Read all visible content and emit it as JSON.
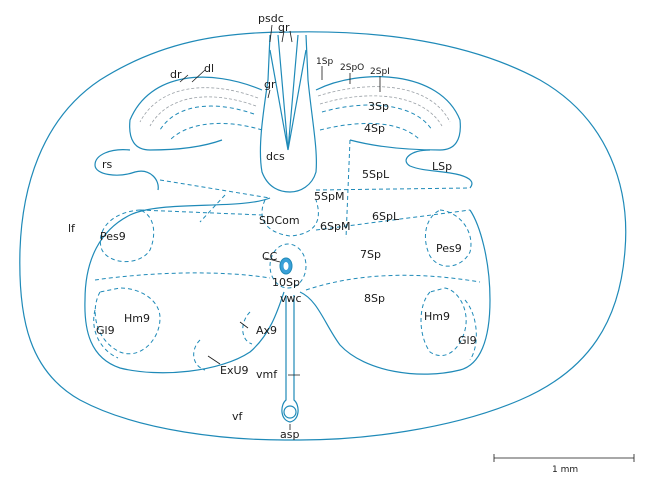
{
  "labels": {
    "psdc": "psdc",
    "gr_top": "gr",
    "gr_mid": "gr",
    "dr": "dr",
    "dl": "dl",
    "sp1": "1Sp",
    "sp2o": "2SpO",
    "sp2i": "2SpI",
    "sp3": "3Sp",
    "sp4": "4Sp",
    "rs": "rs",
    "dcs": "dcs",
    "sp5l": "5SpL",
    "lsp": "LSp",
    "sp5m": "5SpM",
    "lf": "lf",
    "sdcom": "SDCom",
    "sp6l": "6SpL",
    "sp6m": "6SpM",
    "pes9_left": "Pes9",
    "pes9_right": "Pes9",
    "cc": "CC",
    "sp7": "7Sp",
    "sp10": "10Sp",
    "vwc": "vwc",
    "sp8": "8Sp",
    "hm9_left": "Hm9",
    "hm9_right": "Hm9",
    "gl9_left": "Gl9",
    "gl9_right": "Gl9",
    "ax9": "Ax9",
    "exu9": "ExU9",
    "vmf": "vmf",
    "vf": "vf",
    "asp": "asp",
    "scale": "1 mm"
  },
  "colors": {
    "outline": "#1f8ab8",
    "text": "#1a1a1a",
    "cc_fill": "#3aa0d8"
  }
}
